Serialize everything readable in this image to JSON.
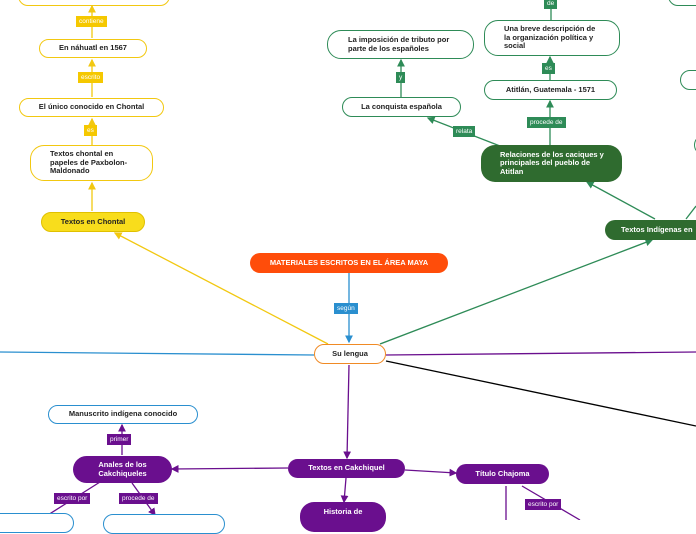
{
  "central": {
    "title": "MATERIALES ESCRITOS EN EL ÁREA MAYA"
  },
  "links": {
    "segun": "según",
    "contiene": "contiene",
    "escrito": "escrito",
    "es_left": "es",
    "de_top": "de",
    "y": "y",
    "es_right": "es",
    "relata": "relata",
    "procede_de_green": "procede de",
    "primer": "primer",
    "escrito_por_left": "escrito por",
    "procede_de_purple": "procede de",
    "escrito_por_right": "escrito por"
  },
  "nodes": {
    "su_lengua": "Su lengua",
    "textos_chontal": "Textos en Chontal",
    "chontal_papeles": "Textos chontal en papeles de Paxbolon-Maldonado",
    "unico_chontal": "El único conocido en Chontal",
    "nahuatl_1567": "En náhuatl en 1567",
    "textos_indigenas": "Textos Indígenas en",
    "relaciones": "Relaciones de los caciques y principales del pueblo de Atitlan",
    "conquista": "La conquista española",
    "imposicion": "La imposición de tributo por parte de los españoles",
    "atitlan": "Atitlán, Guatemala - 1571",
    "breve_descripcion": "Una breve descripción de la organización política y social",
    "textos_cakchiquel": "Textos en Cakchiquel",
    "anales": "Anales de los Cakchiqueles",
    "manuscrito": "Manuscrito indígena conocido",
    "titulo_chajoma": "Título Chajoma",
    "historia": "Historia de"
  },
  "colors": {
    "yellow": "#f2c811",
    "green": "#2e8b57",
    "purple": "#6a0f8e",
    "blue": "#2a8fcf",
    "orange": "#ff4d0a",
    "black": "#000000"
  }
}
